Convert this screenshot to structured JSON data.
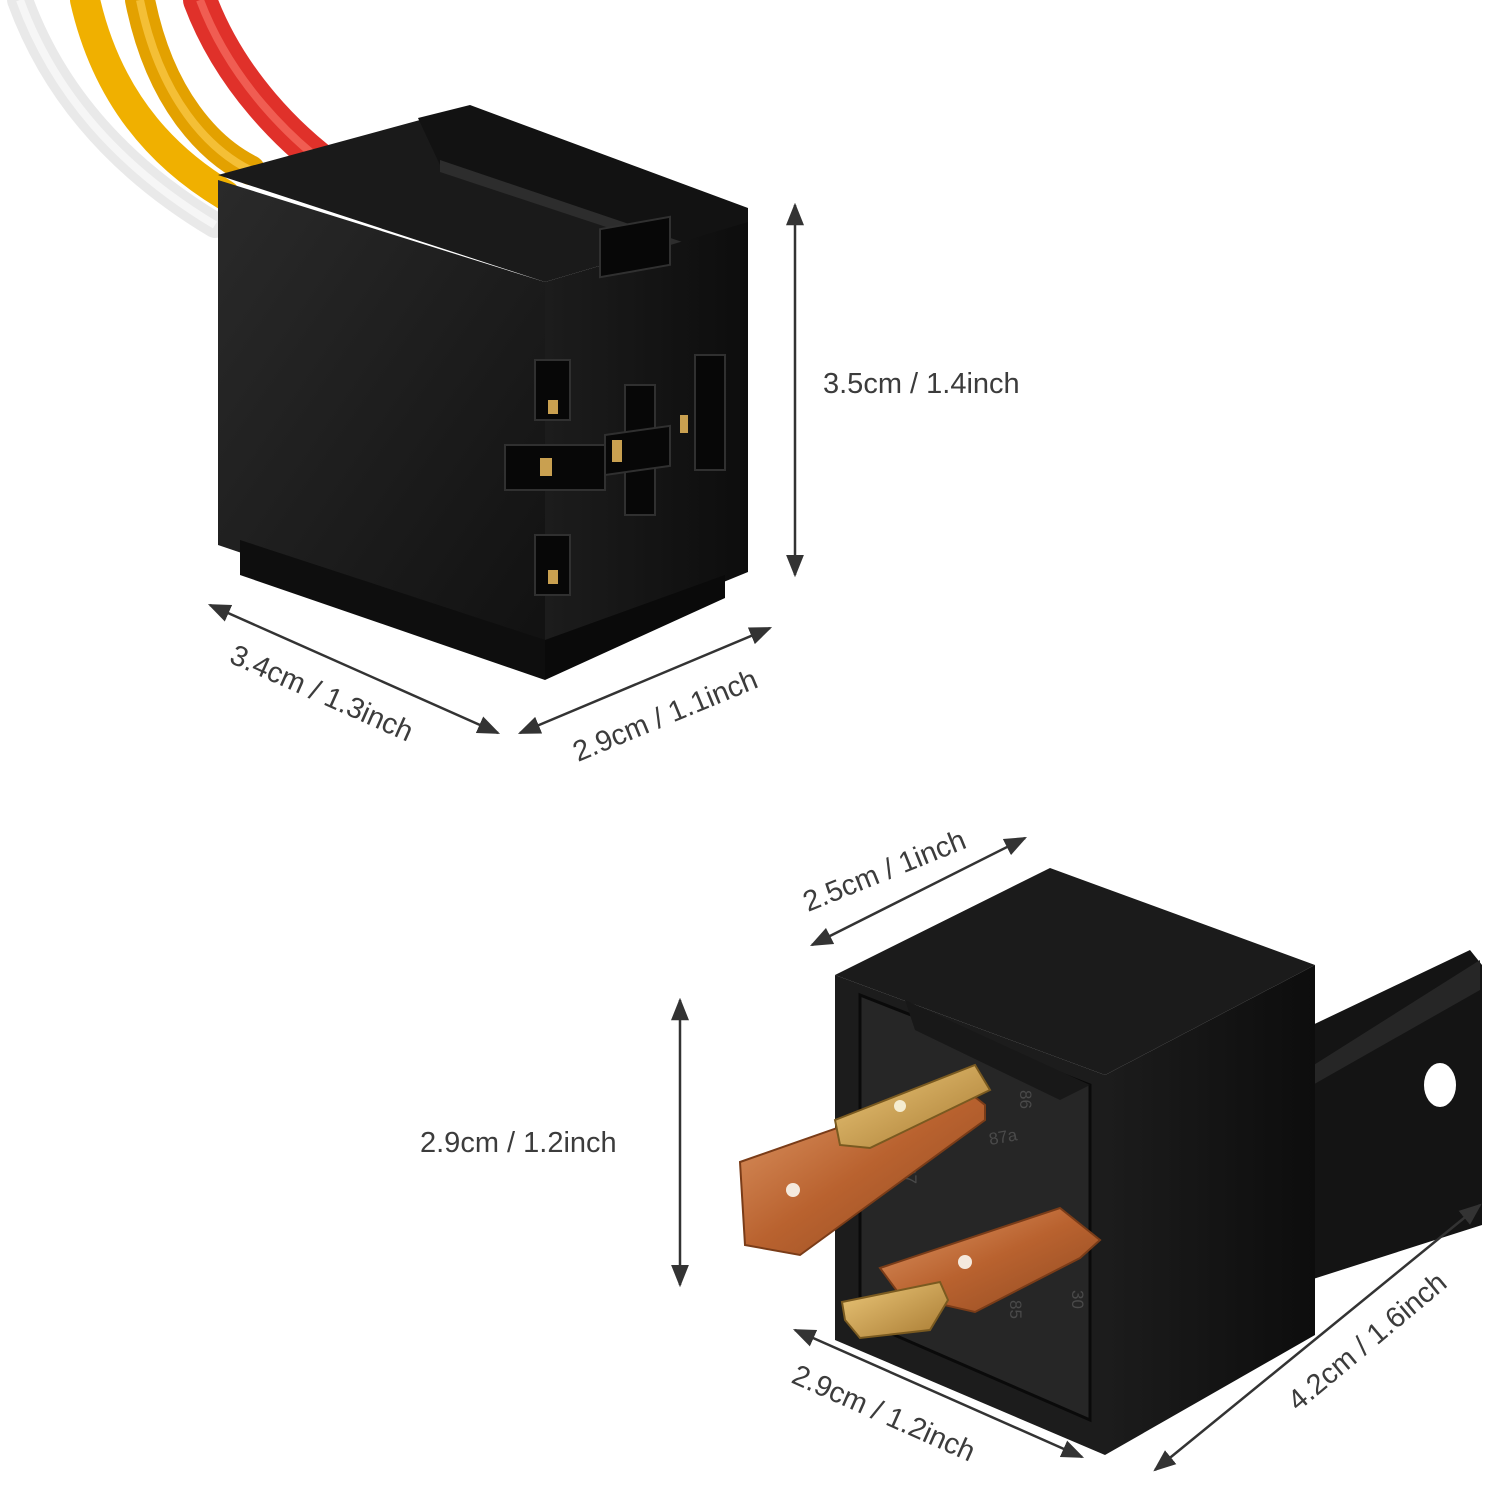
{
  "socket": {
    "height_label": "3.5cm / 1.4inch",
    "depth_label": "3.4cm / 1.3inch",
    "width_label": "2.9cm / 1.1inch",
    "wire_colors": [
      "#f2f2f2",
      "#f5b400",
      "#e8a400",
      "#e8322a"
    ]
  },
  "relay": {
    "width_label": "2.5cm / 1inch",
    "height_label": "2.9cm / 1.2inch",
    "depth_label": "2.9cm / 1.2inch",
    "length_label": "4.2cm / 1.6inch",
    "pin_labels": [
      "86",
      "87a",
      "87",
      "30",
      "85"
    ]
  },
  "colors": {
    "housing": "#161616",
    "housing_face": "#222222",
    "copper": "#c7743f",
    "brass": "#c9a050",
    "arrow": "#333333"
  }
}
